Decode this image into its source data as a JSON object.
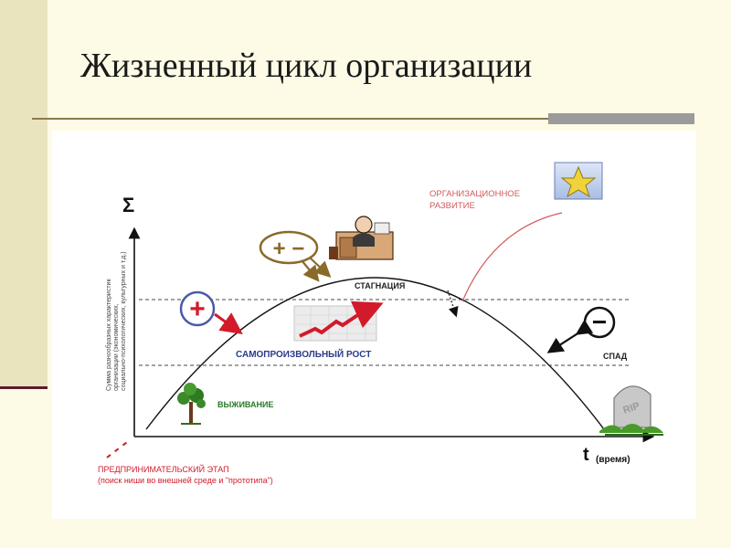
{
  "slide": {
    "title": "Жизненный цикл организации"
  },
  "diagram": {
    "y_axis_symbol": "Σ",
    "y_axis_caption_lines": [
      "Сумма разнообразных характеристик",
      "организации (экономических,",
      "социально-психологических, культурных и т.д.)"
    ],
    "x_axis_symbol": "t",
    "x_axis_unit": "(время)",
    "stages": {
      "survival": "ВЫЖИВАНИЕ",
      "spontaneous_growth": "САМОПРОИЗВОЛЬНЫЙ РОСТ",
      "stagnation": "СТАГНАЦИЯ",
      "decline": "СПАД"
    },
    "development_lines": [
      "ОРГАНИЗАЦИОННОЕ",
      "РАЗВИТИЕ"
    ],
    "entrepreneurial_stage": "ПРЕДПРИНИМАТЕЛЬСКИЙ ЭТАП",
    "entrepreneurial_note": "(поиск ниши во внешней среде и \"прототипа\")",
    "badges": {
      "plus_minus": "+ −",
      "plus": "+",
      "minus": "−"
    },
    "tombstone_text": "RIP"
  }
}
